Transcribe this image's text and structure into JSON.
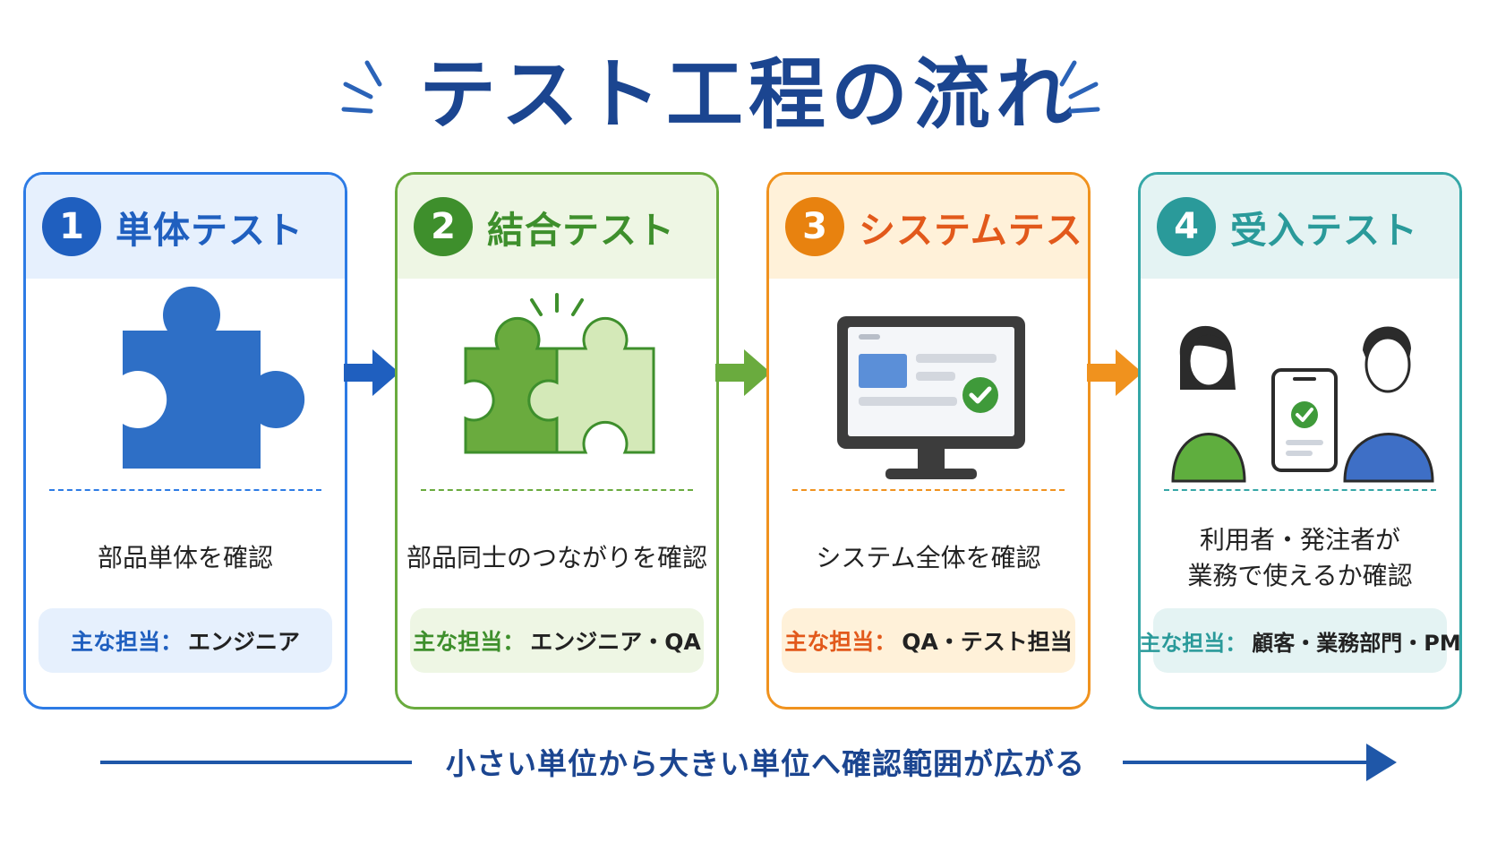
{
  "title": "テスト工程の流れ",
  "steps": [
    {
      "number": "1",
      "name": "単体テスト",
      "illustration": "puzzle-piece-icon",
      "description_lines": [
        "部品単体を確認"
      ],
      "owner_label": "主な担当：",
      "owner_value": "エンジニア",
      "accent": "#1f5fbf",
      "header_bg": "#e6f0fd",
      "owner_bg": "#e6f0fd"
    },
    {
      "number": "2",
      "name": "結合テスト",
      "illustration": "connected-puzzle-icon",
      "description_lines": [
        "部品同士のつながりを確認"
      ],
      "owner_label": "主な担当：",
      "owner_value": "エンジニア・QA",
      "accent": "#3e8f2c",
      "header_bg": "#eef6e4",
      "owner_bg": "#eef6e4"
    },
    {
      "number": "3",
      "name": "システムテスト",
      "illustration": "monitor-check-icon",
      "description_lines": [
        "システム全体を確認"
      ],
      "owner_label": "主な担当：",
      "owner_value": "QA・テスト担当",
      "accent": "#e8820f",
      "title_color": "#e2591b",
      "header_bg": "#fff1d9",
      "owner_bg": "#fff1d9"
    },
    {
      "number": "4",
      "name": "受入テスト",
      "illustration": "users-approval-icon",
      "description_lines": [
        "利用者・発注者が",
        "業務で使えるか確認"
      ],
      "owner_label": "主な担当：",
      "owner_value": "顧客・業務部門・PM",
      "accent": "#2a9a9a",
      "header_bg": "#e4f3f3",
      "owner_bg": "#e4f3f3"
    }
  ],
  "flow_text": "小さい単位から大きい単位へ確認範囲が広がる",
  "colors": {
    "title": "#1b4590",
    "flow": "#1f57a8",
    "arrow_1": "#1f5fbf",
    "arrow_2": "#6aab3e",
    "arrow_3": "#f0921e"
  }
}
